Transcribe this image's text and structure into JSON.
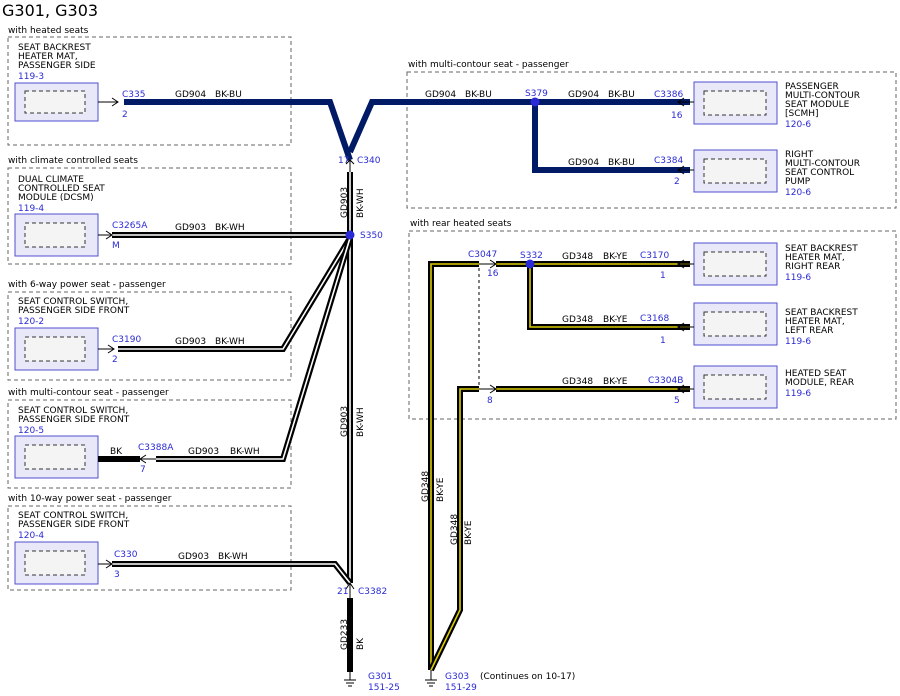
{
  "title": "G301, G303",
  "sections": {
    "heated": "with heated seats",
    "climate": "with climate controlled seats",
    "six_way": "with 6-way power seat - passenger",
    "mc_left": "with multi-contour seat - passenger",
    "ten_way": "with 10-way power seat - passenger",
    "mc_right": "with multi-contour seat - passenger",
    "rear": "with rear heated seats"
  },
  "components": {
    "heater_mat_pass": {
      "lines": [
        "SEAT BACKREST",
        "HEATER MAT,",
        "PASSENGER SIDE"
      ],
      "ref": "119-3"
    },
    "dcsm": {
      "lines": [
        "DUAL CLIMATE",
        "CONTROLLED SEAT",
        "MODULE (DCSM)"
      ],
      "ref": "119-4"
    },
    "switch_6way": {
      "lines": [
        "SEAT CONTROL SWITCH,",
        "PASSENGER SIDE FRONT"
      ],
      "ref": "120-2"
    },
    "switch_mc": {
      "lines": [
        "SEAT CONTROL SWITCH,",
        "PASSENGER SIDE FRONT"
      ],
      "ref": "120-5"
    },
    "switch_10way": {
      "lines": [
        "SEAT CONTROL SWITCH,",
        "PASSENGER SIDE FRONT"
      ],
      "ref": "120-4"
    },
    "scmh": {
      "lines": [
        "PASSENGER",
        "MULTI-CONTOUR",
        "SEAT MODULE",
        "[SCMH]"
      ],
      "ref": "120-6"
    },
    "pump": {
      "lines": [
        "RIGHT",
        "MULTI-CONTOUR",
        "SEAT CONTROL",
        "PUMP"
      ],
      "ref": "120-6"
    },
    "rr_mat": {
      "lines": [
        "SEAT BACKREST",
        "HEATER MAT,",
        "RIGHT REAR"
      ],
      "ref": "119-6"
    },
    "lr_mat": {
      "lines": [
        "SEAT BACKREST",
        "HEATER MAT,",
        "LEFT REAR"
      ],
      "ref": "119-6"
    },
    "rear_module": {
      "lines": [
        "HEATED SEAT",
        "MODULE, REAR"
      ],
      "ref": "119-6"
    }
  },
  "connectors": {
    "c335": {
      "id": "C335",
      "pin": "2"
    },
    "c3265a": {
      "id": "C3265A",
      "pin": "M"
    },
    "c3190": {
      "id": "C3190",
      "pin": "2"
    },
    "c3388a": {
      "id": "C3388A",
      "pin": "7"
    },
    "c330": {
      "id": "C330",
      "pin": "3"
    },
    "c340": {
      "id": "C340",
      "pin": "17"
    },
    "c3382": {
      "id": "C3382",
      "pin": "21"
    },
    "c3386": {
      "id": "C3386",
      "pin": "16"
    },
    "c3384": {
      "id": "C3384",
      "pin": "2"
    },
    "c3047_a": {
      "id": "C3047",
      "pin": "16"
    },
    "c3047_b": {
      "pin": "8"
    },
    "c3170": {
      "id": "C3170",
      "pin": "1"
    },
    "c3168": {
      "id": "C3168",
      "pin": "1"
    },
    "c3304b": {
      "id": "C3304B",
      "pin": "5"
    }
  },
  "splices": {
    "s350": "S350",
    "s379": "S379",
    "s332": "S332"
  },
  "wires": {
    "gd904": "GD904",
    "bk_bu": "BK-BU",
    "gd903": "GD903",
    "bk_wh": "BK-WH",
    "gd348": "GD348",
    "bk_ye": "BK-YE",
    "gd233": "GD233",
    "bk": "BK"
  },
  "grounds": {
    "g301": {
      "id": "G301",
      "ref": "151-25"
    },
    "g303": {
      "id": "G303",
      "ref": "151-29"
    }
  },
  "continues": "(Continues on 10-17)",
  "colors": {
    "blue_text": "#2a2ad6",
    "wire_bk_bu": "#001a66",
    "wire_ye": "#d9cc00"
  }
}
